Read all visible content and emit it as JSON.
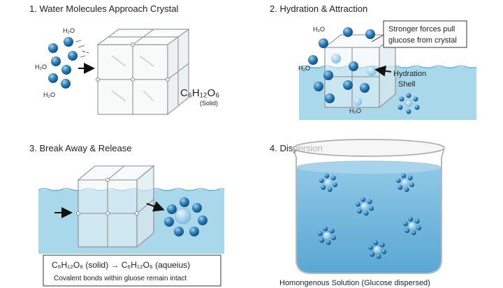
{
  "panels": [
    {
      "title": "1. Water Molecules Approach Crystal"
    },
    {
      "title": "2. Hydration & Attraction"
    },
    {
      "title": "3. Break Away & Release"
    },
    {
      "title": "4. Dispersion"
    }
  ],
  "labels": {
    "h2o": "H₂O",
    "glucose_formula": "C₆H₁₂O₆",
    "solid": "(Solid)",
    "callout_line1": "Stronger forces pull",
    "callout_line2": "glucose from crystal",
    "hydration_line1": "Hydration",
    "hydration_line2": "Shell",
    "h2o_small": "H₂O",
    "equation": "C₆H₁₂O₆ (solid) → C₆H₁₂O₆ (aqueius)",
    "bonds_note": "Covalent bonds within gluose remain intact",
    "solution_caption": "Homongenous Solution (Glucose dispersed)"
  },
  "colors": {
    "water": "#a9d8ea",
    "water_line": "#6cbfe0",
    "molecule": "#2c7fb8",
    "molecule_light": "#8ec9ea",
    "crystal_line": "#9a9a9a",
    "beaker_liquid": "#7fbde0"
  }
}
